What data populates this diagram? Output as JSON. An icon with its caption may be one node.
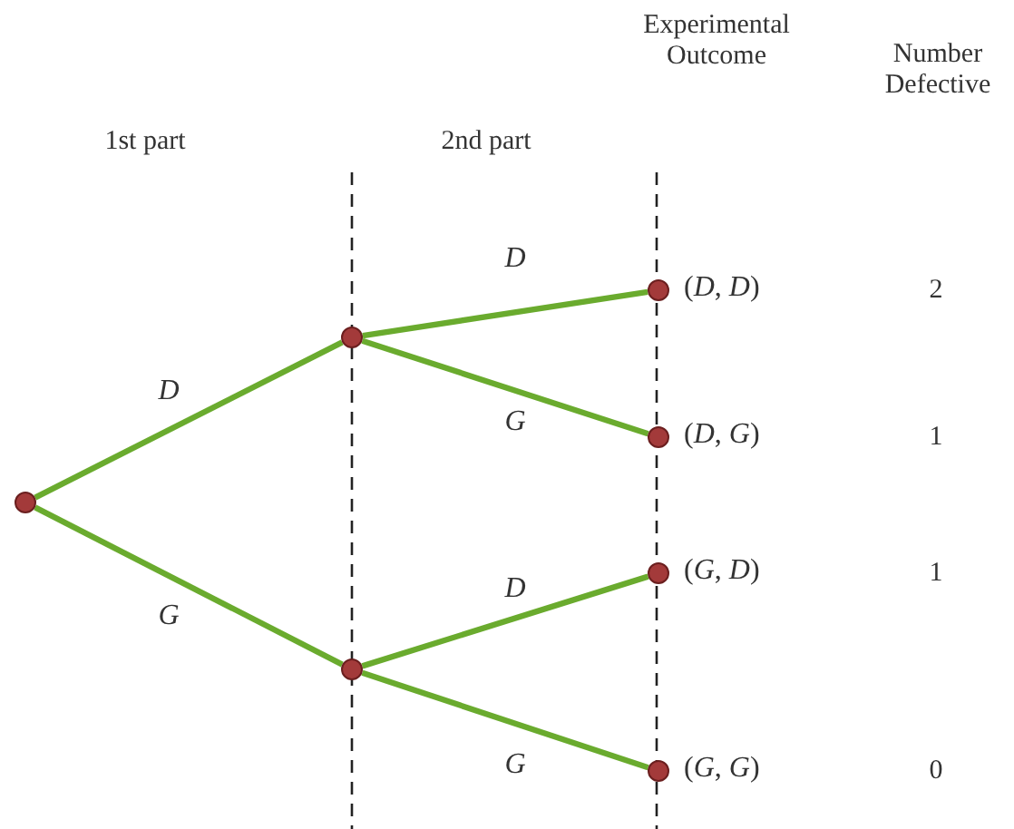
{
  "diagram": {
    "nodes": [
      {
        "text": [],
        "shape": "circle"
      },
      {
        "text": [],
        "shape": "circle"
      },
      {
        "text": [],
        "shape": "circle"
      },
      {
        "text": [],
        "shape": "circle",
        "beside": [
          "(*D*, *D*)"
        ]
      },
      {
        "text": [],
        "shape": "circle",
        "beside": [
          "(*D*, *G*)"
        ]
      },
      {
        "text": [],
        "shape": "circle",
        "beside": [
          "(*G*, *D*)"
        ]
      },
      {
        "text": [],
        "shape": "circle",
        "beside": [
          "(*G*, *G*)"
        ]
      }
    ],
    "edges": [
      {
        "from": 0,
        "to": 1,
        "arrow": "none",
        "label": "D"
      },
      {
        "from": 0,
        "to": 2,
        "arrow": "none",
        "label": "G"
      },
      {
        "from": 1,
        "to": 3,
        "arrow": "none",
        "label": "D"
      },
      {
        "from": 1,
        "to": 4,
        "arrow": "none",
        "label": "G"
      },
      {
        "from": 2,
        "to": 5,
        "arrow": "none",
        "label": "D"
      },
      {
        "from": 2,
        "to": 6,
        "arrow": "none",
        "label": "G"
      }
    ],
    "labels": [
      "1st part",
      "2nd part",
      "Experimental Outcome",
      "Number Defective",
      "2",
      "1",
      "1",
      "0"
    ]
  }
}
